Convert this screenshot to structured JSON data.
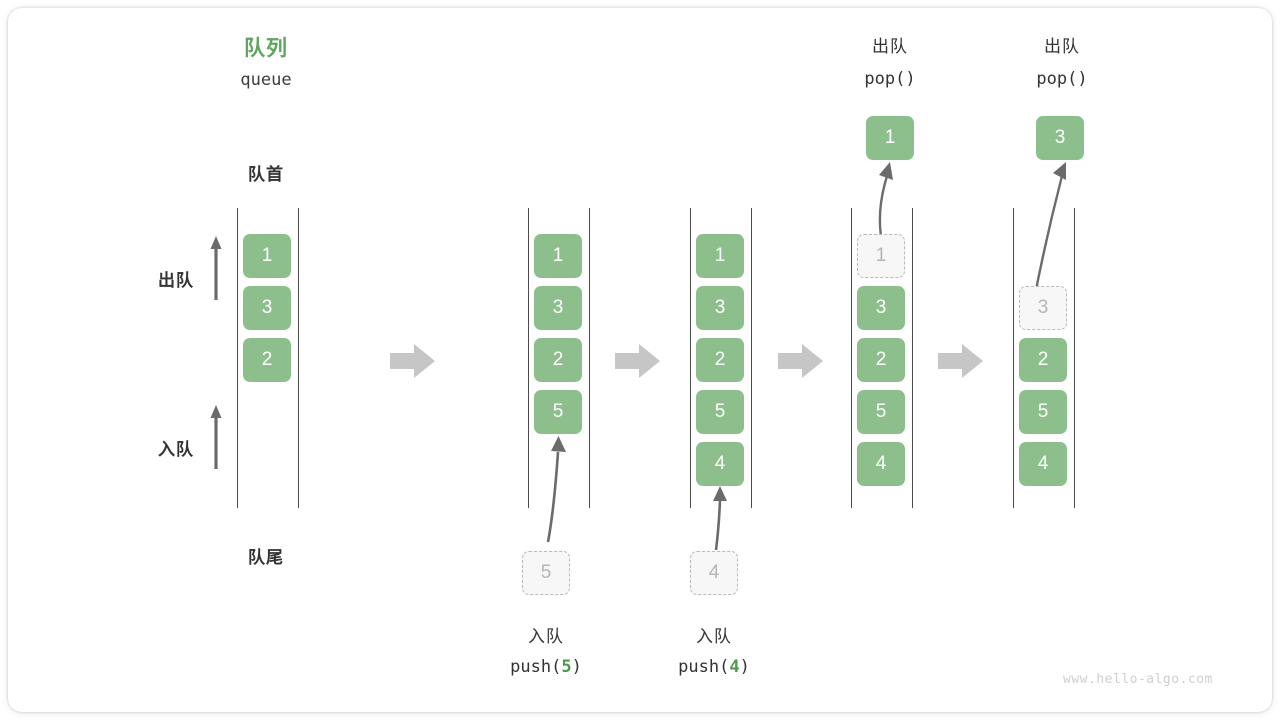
{
  "figure": {
    "title_cn": "队列",
    "title_en": "queue",
    "head_label": "队首",
    "tail_label": "队尾",
    "watermark": "www.hello-algo.com",
    "colors": {
      "accent_green": "#8CBF8C",
      "title_green": "#5EA55E",
      "code_green": "#4C9A4C",
      "rail": "#4a4a4a",
      "ghost_border": "#b9b9b9",
      "arrow_gray": "#6b6b6b",
      "separator_gray": "#c6c6c6"
    }
  },
  "side_ops": {
    "dequeue": {
      "label": "出队",
      "icon": "up-arrow-icon"
    },
    "enqueue": {
      "label": "入队",
      "icon": "up-arrow-icon"
    }
  },
  "separators": [
    {
      "name": "separator-1",
      "icon": "right-arrow-icon"
    },
    {
      "name": "separator-2",
      "icon": "right-arrow-icon"
    },
    {
      "name": "separator-3",
      "icon": "right-arrow-icon"
    },
    {
      "name": "separator-4",
      "icon": "right-arrow-icon"
    }
  ],
  "states": [
    {
      "id": "state-initial",
      "cells": [
        {
          "value": "1",
          "ghost": false
        },
        {
          "value": "3",
          "ghost": false
        },
        {
          "value": "2",
          "ghost": false
        }
      ],
      "operation": null,
      "popped": null
    },
    {
      "id": "state-after-push-5",
      "cells": [
        {
          "value": "1",
          "ghost": false
        },
        {
          "value": "3",
          "ghost": false
        },
        {
          "value": "2",
          "ghost": false
        },
        {
          "value": "5",
          "ghost": false
        }
      ],
      "operation": {
        "kind": "push",
        "label_cn": "入队",
        "code_prefix": "push(",
        "code_value": "5",
        "code_suffix": ")",
        "incoming_value": "5"
      },
      "popped": null
    },
    {
      "id": "state-after-push-4",
      "cells": [
        {
          "value": "1",
          "ghost": false
        },
        {
          "value": "3",
          "ghost": false
        },
        {
          "value": "2",
          "ghost": false
        },
        {
          "value": "5",
          "ghost": false
        },
        {
          "value": "4",
          "ghost": false
        }
      ],
      "operation": {
        "kind": "push",
        "label_cn": "入队",
        "code_prefix": "push(",
        "code_value": "4",
        "code_suffix": ")",
        "incoming_value": "4"
      },
      "popped": null
    },
    {
      "id": "state-after-pop-1",
      "cells": [
        {
          "value": "1",
          "ghost": true
        },
        {
          "value": "3",
          "ghost": false
        },
        {
          "value": "2",
          "ghost": false
        },
        {
          "value": "5",
          "ghost": false
        },
        {
          "value": "4",
          "ghost": false
        }
      ],
      "operation": {
        "kind": "pop",
        "label_cn": "出队",
        "code_prefix": "pop(",
        "code_value": "",
        "code_suffix": ")"
      },
      "popped": {
        "value": "1"
      }
    },
    {
      "id": "state-after-pop-3",
      "cells": [
        {
          "value": "",
          "ghost": null
        },
        {
          "value": "3",
          "ghost": true
        },
        {
          "value": "2",
          "ghost": false
        },
        {
          "value": "5",
          "ghost": false
        },
        {
          "value": "4",
          "ghost": false
        }
      ],
      "operation": {
        "kind": "pop",
        "label_cn": "出队",
        "code_prefix": "pop(",
        "code_value": "",
        "code_suffix": ")"
      },
      "popped": {
        "value": "3"
      }
    }
  ]
}
